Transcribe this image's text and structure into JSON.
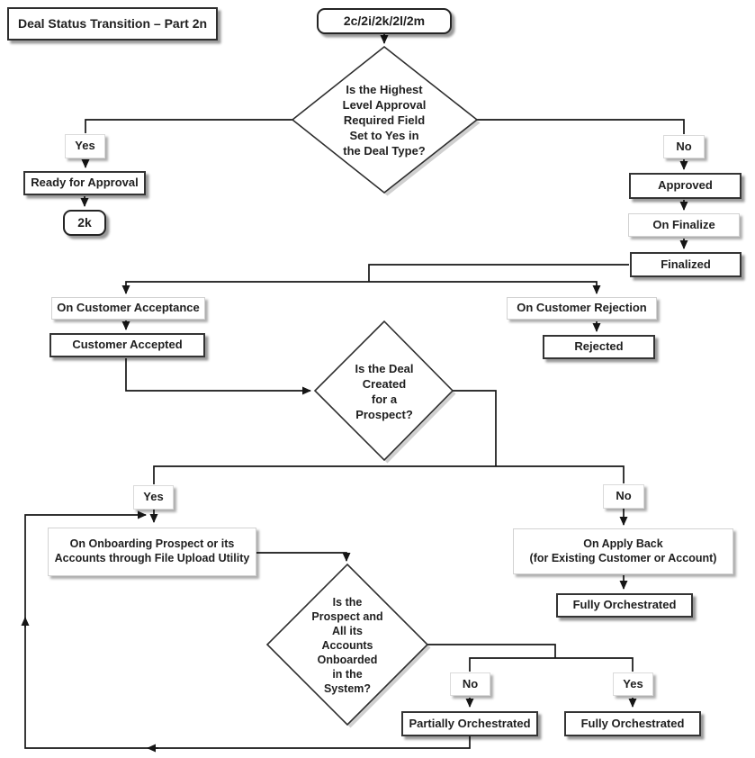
{
  "title": "Deal Status Transition – Part 2n",
  "colors": {
    "background": "#ffffff",
    "line": "#161616",
    "node_border": "#343434",
    "node_fill": "#ffffff",
    "shadow_gray": "#c4c4c4",
    "text": "#1f1f1f"
  },
  "nodes": {
    "start": {
      "label": "2c/2i/2k/2l/2m"
    },
    "decision1": {
      "label": "Is the Highest\nLevel Approval\nRequired Field\nSet to Yes in\nthe Deal Type?"
    },
    "yes1": {
      "label": "Yes"
    },
    "ready_for_approval": {
      "label": "Ready for Approval"
    },
    "k2": {
      "label": "2k"
    },
    "no1": {
      "label": "No"
    },
    "approved": {
      "label": "Approved"
    },
    "on_finalize": {
      "label": "On Finalize"
    },
    "finalized": {
      "label": "Finalized"
    },
    "on_customer_acceptance": {
      "label": "On Customer Acceptance"
    },
    "customer_accepted": {
      "label": "Customer Accepted"
    },
    "on_customer_rejection": {
      "label": "On Customer Rejection"
    },
    "rejected": {
      "label": "Rejected"
    },
    "decision2": {
      "label": "Is the Deal\nCreated\nfor a\nProspect?"
    },
    "yes2": {
      "label": "Yes"
    },
    "on_onboarding": {
      "label": "On Onboarding Prospect or its\nAccounts through File Upload Utility"
    },
    "no2": {
      "label": "No"
    },
    "on_apply_back": {
      "label": "On Apply Back\n(for Existing Customer or Account)"
    },
    "fully_orchestrated_1": {
      "label": "Fully Orchestrated"
    },
    "decision3": {
      "label": "Is the\nProspect and\nAll its\nAccounts\nOnboarded\nin the\nSystem?"
    },
    "no3": {
      "label": "No"
    },
    "partially_orchestrated": {
      "label": "Partially Orchestrated"
    },
    "yes3": {
      "label": "Yes"
    },
    "fully_orchestrated_2": {
      "label": "Fully Orchestrated"
    }
  },
  "edges": [
    {
      "from": "start",
      "to": "decision1"
    },
    {
      "from": "decision1",
      "to": "yes1"
    },
    {
      "from": "yes1",
      "to": "ready_for_approval"
    },
    {
      "from": "ready_for_approval",
      "to": "k2"
    },
    {
      "from": "decision1",
      "to": "no1"
    },
    {
      "from": "no1",
      "to": "approved"
    },
    {
      "from": "approved",
      "to": "on_finalize"
    },
    {
      "from": "on_finalize",
      "to": "finalized"
    },
    {
      "from": "finalized",
      "to": "on_customer_acceptance"
    },
    {
      "from": "on_customer_acceptance",
      "to": "customer_accepted"
    },
    {
      "from": "finalized",
      "to": "on_customer_rejection"
    },
    {
      "from": "on_customer_rejection",
      "to": "rejected"
    },
    {
      "from": "customer_accepted",
      "to": "decision2"
    },
    {
      "from": "decision2",
      "to": "yes2"
    },
    {
      "from": "yes2",
      "to": "on_onboarding"
    },
    {
      "from": "decision2",
      "to": "no2"
    },
    {
      "from": "no2",
      "to": "on_apply_back"
    },
    {
      "from": "on_apply_back",
      "to": "fully_orchestrated_1"
    },
    {
      "from": "on_onboarding",
      "to": "decision3"
    },
    {
      "from": "decision3",
      "to": "no3"
    },
    {
      "from": "no3",
      "to": "partially_orchestrated"
    },
    {
      "from": "decision3",
      "to": "yes3"
    },
    {
      "from": "yes3",
      "to": "fully_orchestrated_2"
    },
    {
      "from": "partially_orchestrated",
      "to": "on_onboarding"
    }
  ]
}
